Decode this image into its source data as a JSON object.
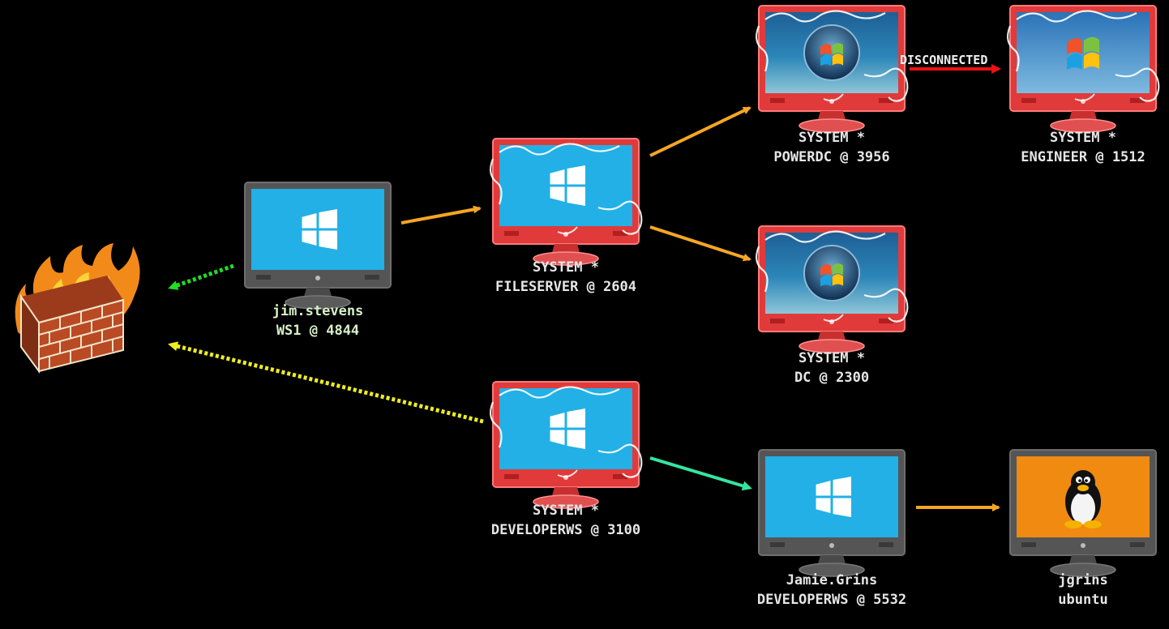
{
  "nodes": [
    {
      "id": "firewall",
      "type": "firewall",
      "lines": []
    },
    {
      "id": "ws1",
      "type": "win8",
      "session": "user",
      "lines": [
        "jim.stevens",
        "WS1 @ 4844"
      ]
    },
    {
      "id": "fileserver",
      "type": "win8",
      "session": "system",
      "lines": [
        "SYSTEM *",
        "FILESERVER @ 2604"
      ]
    },
    {
      "id": "powerdc",
      "type": "win7",
      "session": "system",
      "lines": [
        "SYSTEM *",
        "POWERDC @ 3956"
      ]
    },
    {
      "id": "engineer",
      "type": "winxp",
      "session": "system",
      "lines": [
        "SYSTEM *",
        "ENGINEER @ 1512"
      ]
    },
    {
      "id": "dc",
      "type": "win7",
      "session": "system",
      "lines": [
        "SYSTEM *",
        "DC @ 2300"
      ]
    },
    {
      "id": "developerws3100",
      "type": "win8",
      "session": "system",
      "lines": [
        "SYSTEM *",
        "DEVELOPERWS @ 3100"
      ]
    },
    {
      "id": "developerws5532",
      "type": "win8",
      "session": "user",
      "lines": [
        "Jamie.Grins",
        "DEVELOPERWS @ 5532"
      ]
    },
    {
      "id": "ubuntu",
      "type": "linux",
      "session": "user",
      "lines": [
        "jgrins",
        "ubuntu"
      ]
    }
  ],
  "edges": [
    {
      "from": "ws1",
      "to": "firewall",
      "style": "dotted",
      "color": "#22dd22"
    },
    {
      "from": "developerws3100",
      "to": "firewall",
      "style": "dotted",
      "color": "#eeee22"
    },
    {
      "from": "ws1",
      "to": "fileserver",
      "style": "solid",
      "color": "#f5a623"
    },
    {
      "from": "fileserver",
      "to": "powerdc",
      "style": "solid",
      "color": "#f5a623"
    },
    {
      "from": "fileserver",
      "to": "dc",
      "style": "solid",
      "color": "#f5a623"
    },
    {
      "from": "powerdc",
      "to": "engineer",
      "style": "solid",
      "color": "#ee1111",
      "label": "DISCONNECTED"
    },
    {
      "from": "developerws3100",
      "to": "developerws5532",
      "style": "solid",
      "color": "#33e6a0"
    },
    {
      "from": "developerws5532",
      "to": "ubuntu",
      "style": "solid",
      "color": "#f5a623"
    }
  ],
  "colors": {
    "session_system": "#e03a3a",
    "session_user": "#555555",
    "screen_win8": "#22b0e6",
    "screen_linux": "#f08a10",
    "arrow_orange": "#f5a623",
    "arrow_green": "#22dd22",
    "arrow_yellow": "#eeee22",
    "arrow_teal": "#33e6a0",
    "arrow_red": "#ee1111"
  }
}
